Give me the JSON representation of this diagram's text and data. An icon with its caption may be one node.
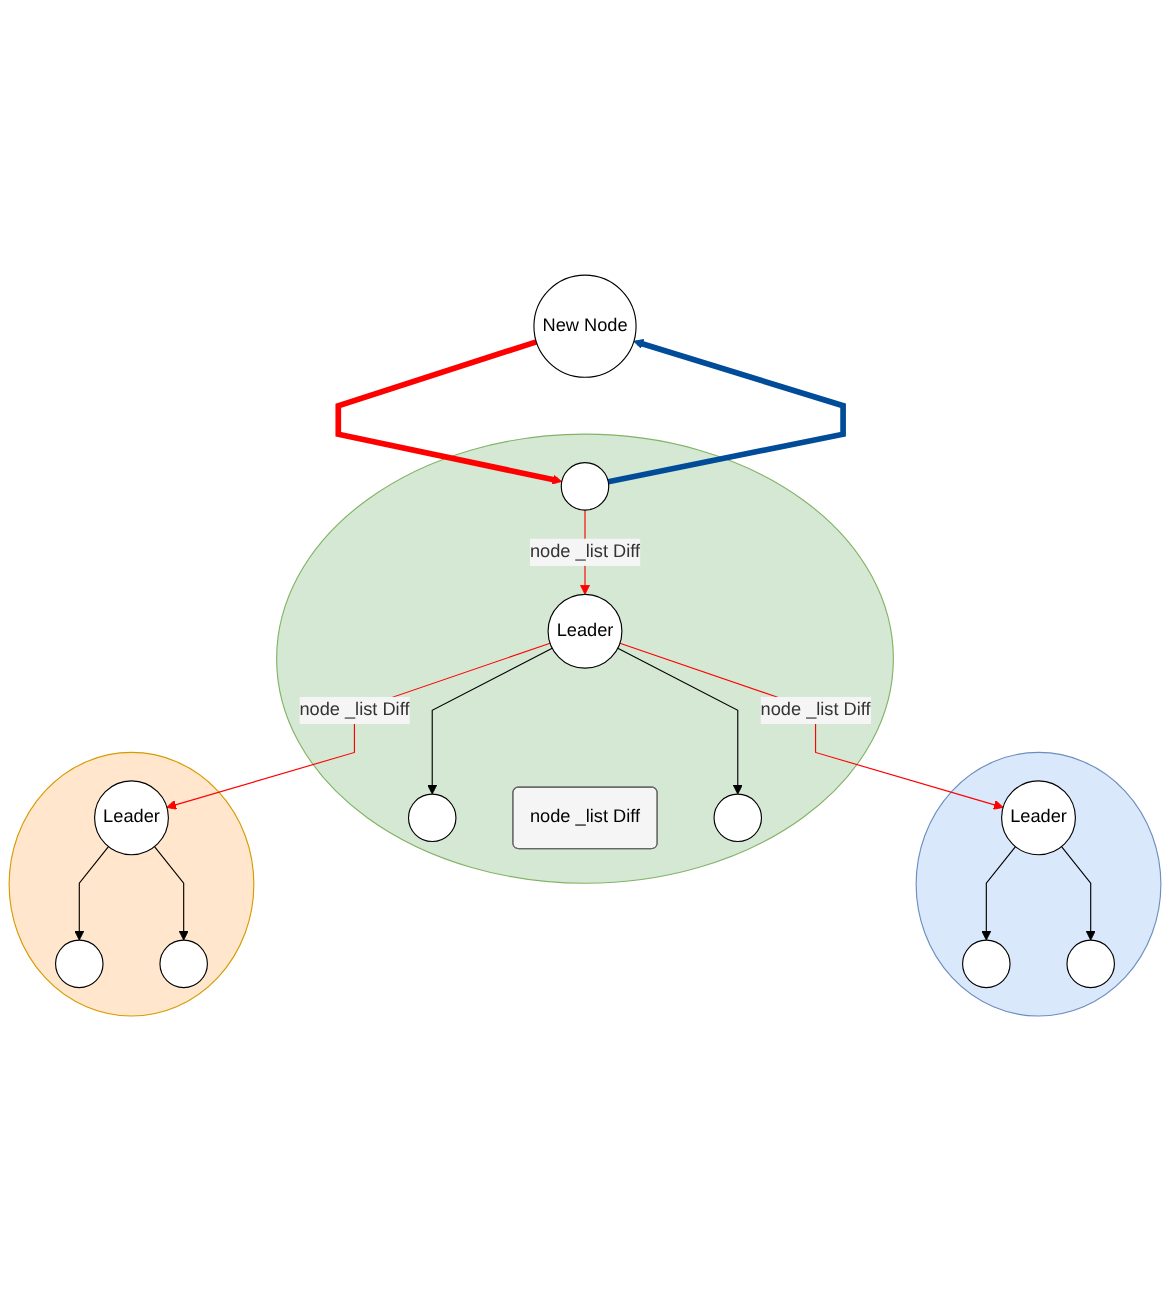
{
  "diagram": {
    "nodes": [
      {
        "text": [
          "New Node"
        ]
      },
      {
        "text": [],
        "shape": "ellipse"
      },
      {
        "text": [],
        "shape": "circle",
        "in": 1
      },
      {
        "text": [],
        "shape": "circle",
        "in": 1
      },
      {
        "text": [
          "Leader"
        ],
        "in": 1
      },
      {
        "text": [
          "node _list Diff"
        ],
        "in": 1
      },
      {
        "text": [],
        "shape": "circle",
        "in": 1
      },
      {
        "text": [],
        "shape": "ellipse"
      },
      {
        "text": [],
        "shape": "circle",
        "in": 7
      },
      {
        "text": [
          "Leader"
        ],
        "in": 7
      },
      {
        "text": [],
        "shape": "circle",
        "in": 7
      },
      {
        "text": [],
        "shape": "ellipse"
      },
      {
        "text": [],
        "shape": "circle",
        "in": 11
      },
      {
        "text": [],
        "shape": "circle",
        "in": 11
      },
      {
        "text": [
          "Leader"
        ],
        "in": 11
      }
    ],
    "edges": [
      {
        "from": 2,
        "to": 0,
        "arrow": "to",
        "style": "thick",
        "color": "#004c99"
      },
      {
        "from": 0,
        "to": 2,
        "arrow": "to",
        "style": "thick",
        "color": "#ff0000"
      },
      {
        "from": 2,
        "to": 4,
        "arrow": "to",
        "label": "node _list Diff",
        "color": "#ff0000"
      },
      {
        "from": 4,
        "to": 3,
        "arrow": "to"
      },
      {
        "from": 4,
        "to": 6,
        "arrow": "to"
      },
      {
        "from": 4,
        "to": 9,
        "arrow": "to",
        "label": "node _list Diff",
        "color": "#ff0000"
      },
      {
        "from": 9,
        "to": 8,
        "arrow": "to"
      },
      {
        "from": 9,
        "to": 10,
        "arrow": "to"
      },
      {
        "from": 4,
        "to": 14,
        "arrow": "to",
        "label": "node _list Diff",
        "color": "#ff0000"
      },
      {
        "from": 14,
        "to": 12,
        "arrow": "to"
      },
      {
        "from": 14,
        "to": 13,
        "arrow": "to"
      }
    ]
  }
}
